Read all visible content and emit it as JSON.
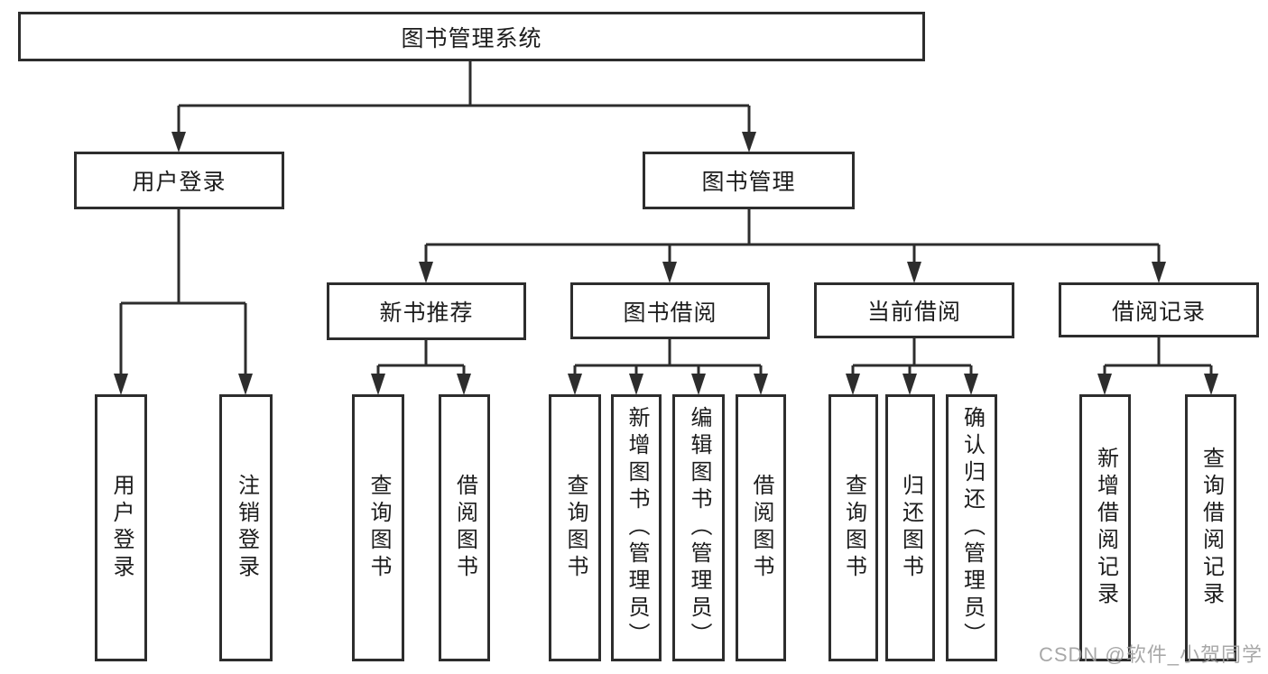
{
  "diagram": {
    "root": {
      "label": "图书管理系统"
    },
    "level2": [
      {
        "label": "用户登录"
      },
      {
        "label": "图书管理"
      }
    ],
    "level3": [
      {
        "label": "新书推荐"
      },
      {
        "label": "图书借阅"
      },
      {
        "label": "当前借阅"
      },
      {
        "label": "借阅记录"
      }
    ],
    "leaves": {
      "user_login": [
        "用户登录",
        "注销登录"
      ],
      "new_book": [
        "查询图书",
        "借阅图书"
      ],
      "book_borrow": [
        "查询图书",
        "新增图书（管理员）",
        "编辑图书（管理员）",
        "借阅图书"
      ],
      "current_borrow": [
        "查询图书",
        "归还图书",
        "确认归还（管理员）"
      ],
      "borrow_record": [
        "新增借阅记录",
        "查询借阅记录"
      ]
    }
  },
  "watermark": "CSDN @软件_小贺同学",
  "colors": {
    "line": "#2d2d2d",
    "text": "#1c1c1c",
    "background": "#ffffff",
    "watermark": "#9e9e9e"
  }
}
